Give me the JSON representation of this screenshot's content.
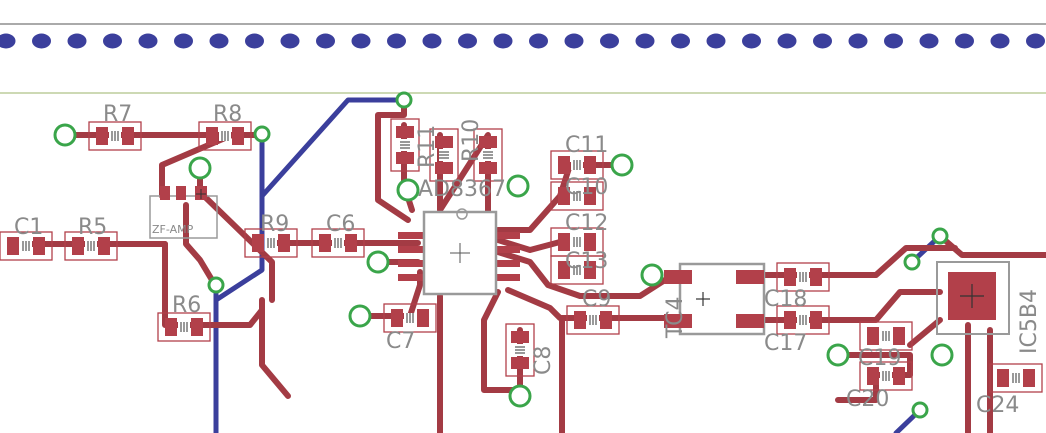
{
  "colors": {
    "background": "#ffffff",
    "top_trace": "#a33b44",
    "bottom_trace": "#3b3f9c",
    "via_ring": "#3aa54a",
    "component_outline": "#9a9a9a",
    "pad": "#b2404a",
    "label": "#8a8a8a",
    "edge_line": "#555555",
    "dimension_line": "#9bb36a"
  },
  "labels": {
    "C1": "C1",
    "R5": "R5",
    "R7": "R7",
    "R8": "R8",
    "R6": "R6",
    "R9": "R9",
    "C6": "C6",
    "C7": "C7",
    "C8": "C8",
    "C9": "C9",
    "C10": "C10",
    "C11": "C11",
    "C12": "C12",
    "C13": "C13",
    "C17": "C17",
    "C18": "C18",
    "C19": "C19",
    "C20": "C20",
    "C24": "C24",
    "R10": "R10",
    "R11": "R11",
    "IC1": "AD8367",
    "ZF": "ZF-AMP",
    "TC4": "TC4",
    "IC5": "IC5B4"
  }
}
